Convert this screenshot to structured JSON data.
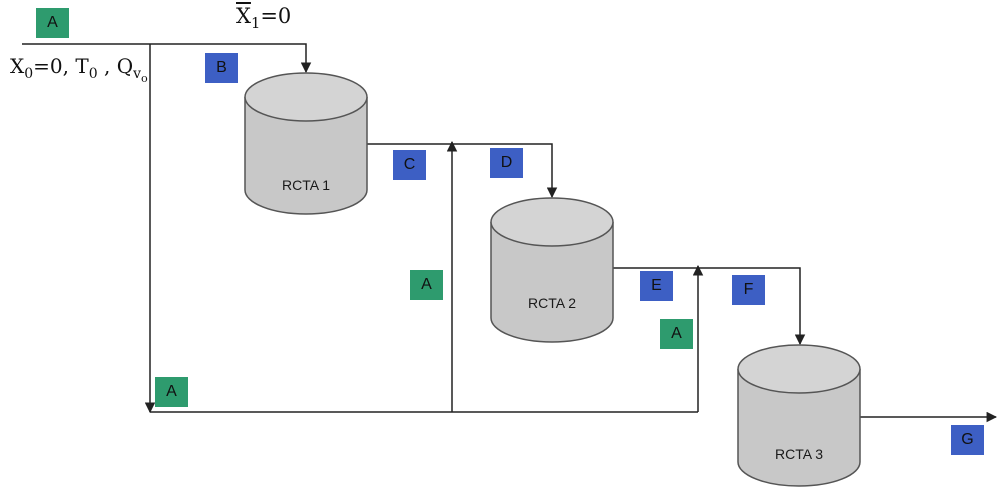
{
  "top_formula": {
    "var": "X",
    "sub": "1",
    "value": "=0"
  },
  "left_formula": {
    "x0_var": "X",
    "x0_sub": "0",
    "x0_value": "=0, ",
    "t0_var": "T",
    "t0_sub": "0",
    "sep": " , ",
    "q_var": "Q",
    "q_sub": "v",
    "q_subsub": "o"
  },
  "tanks": [
    {
      "id": "tank-1",
      "label": "RCTA 1"
    },
    {
      "id": "tank-2",
      "label": "RCTA 2"
    },
    {
      "id": "tank-3",
      "label": "RCTA 3"
    }
  ],
  "markers": {
    "A_top": "A",
    "B": "B",
    "C": "C",
    "D": "D",
    "A_mid": "A",
    "E": "E",
    "F": "F",
    "A_right": "A",
    "A_bottom": "A",
    "G": "G"
  },
  "colors": {
    "green_marker": "#2e9b6e",
    "blue_marker": "#3d5fc4",
    "tank_fill": "#c8c8c8",
    "tank_top": "#d4d4d4",
    "line": "#222222"
  }
}
